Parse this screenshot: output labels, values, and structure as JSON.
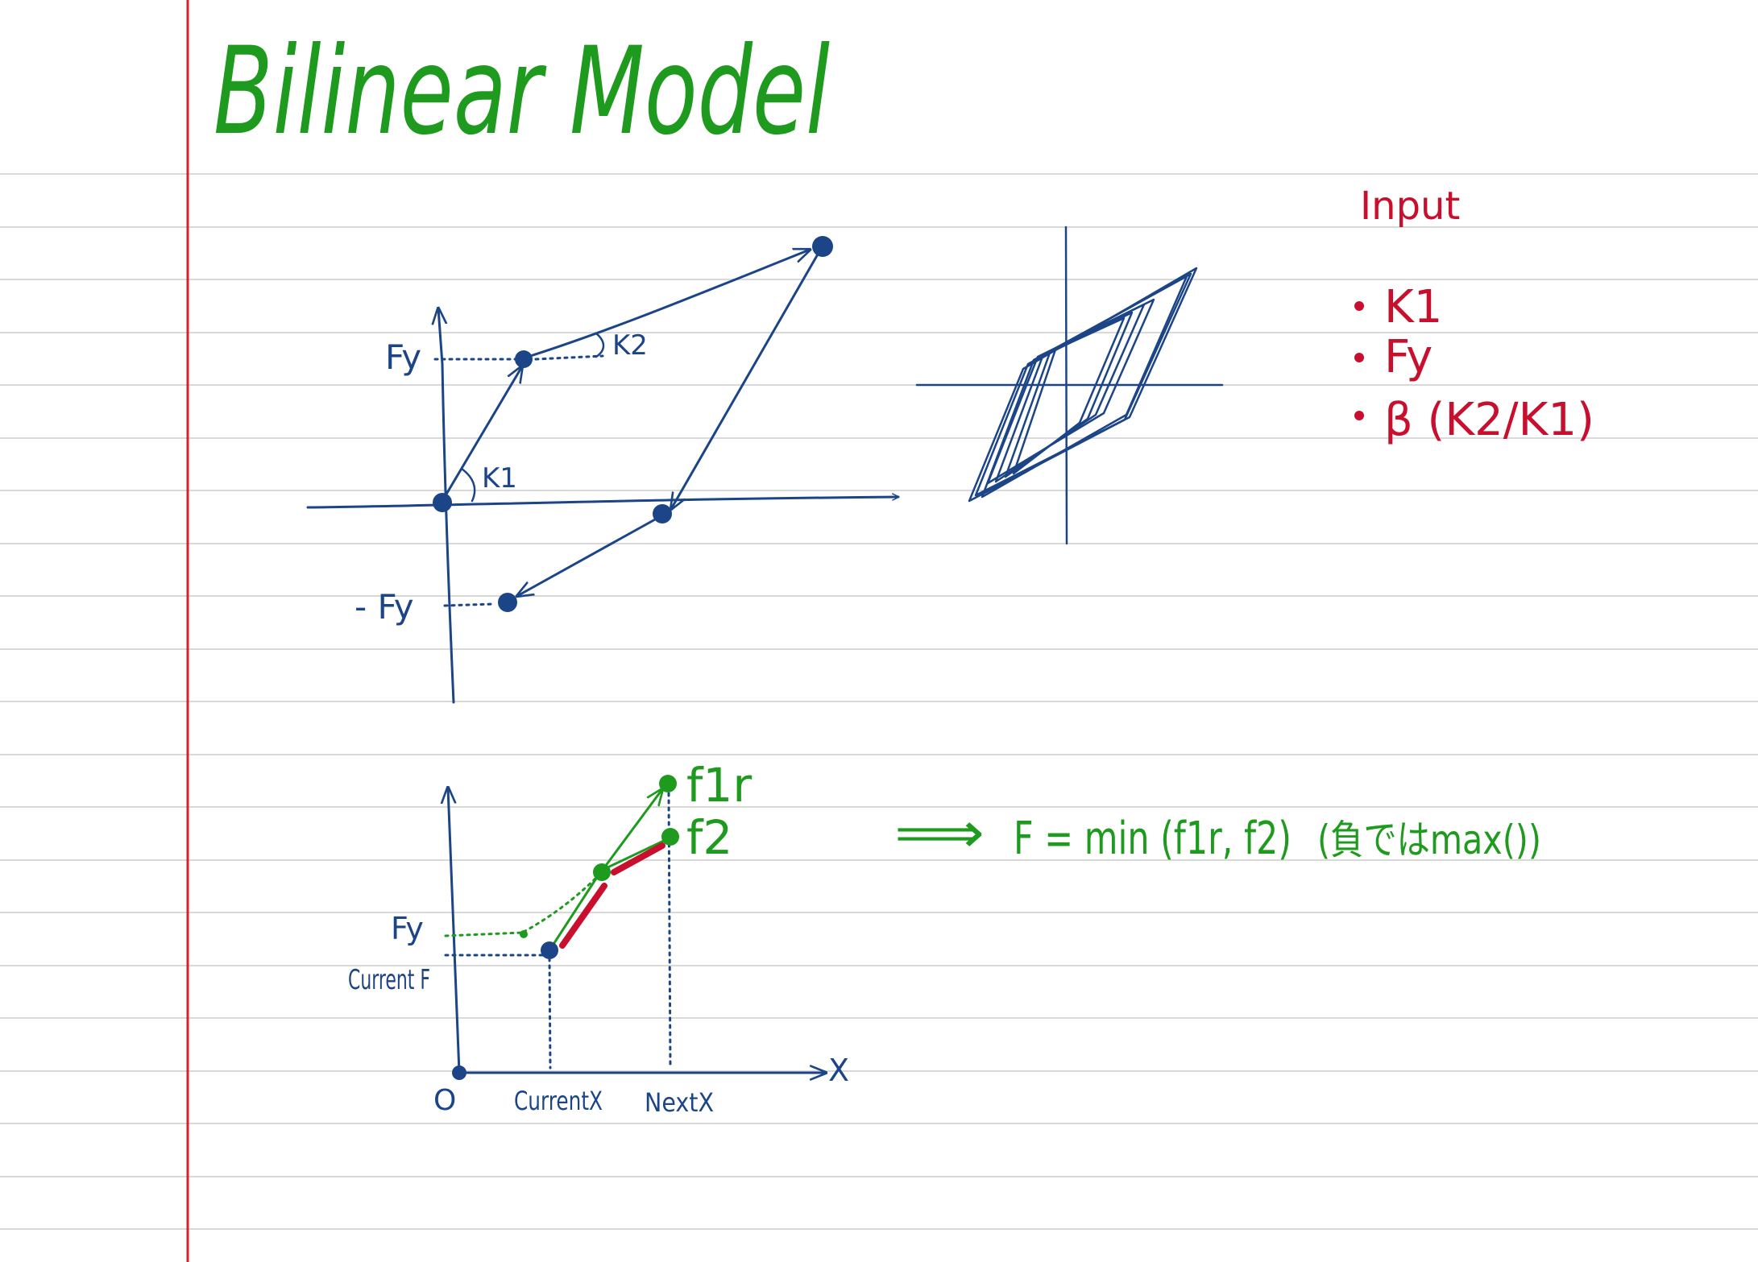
{
  "title": "Bilinear Model",
  "colors": {
    "paper": "#ffffff",
    "rule_line": "#d9d9d9",
    "margin_line": "#d8202a",
    "ink_blue": "#1c4587",
    "ink_green": "#1e9b1e",
    "ink_red": "#c8102e"
  },
  "hysteresis_diagram": {
    "labels": {
      "fy": "Fy",
      "neg_fy": "- Fy",
      "k1": "K1",
      "k2": "K2"
    }
  },
  "input_panel": {
    "heading": "Input",
    "items": [
      {
        "label": "K1"
      },
      {
        "label": "Fy"
      },
      {
        "label": "β (K2/K1)"
      }
    ]
  },
  "update_diagram": {
    "labels": {
      "fy": "Fy",
      "current_f": "Current F",
      "origin": "O",
      "current_x": "CurrentX",
      "next_x": "NextX",
      "x_axis": "X",
      "f1r": "f1r",
      "f2": "f2"
    }
  },
  "formula": {
    "arrow": "⟹",
    "text": "F = min (f1r, f2)",
    "note": "(負ではmax())"
  }
}
